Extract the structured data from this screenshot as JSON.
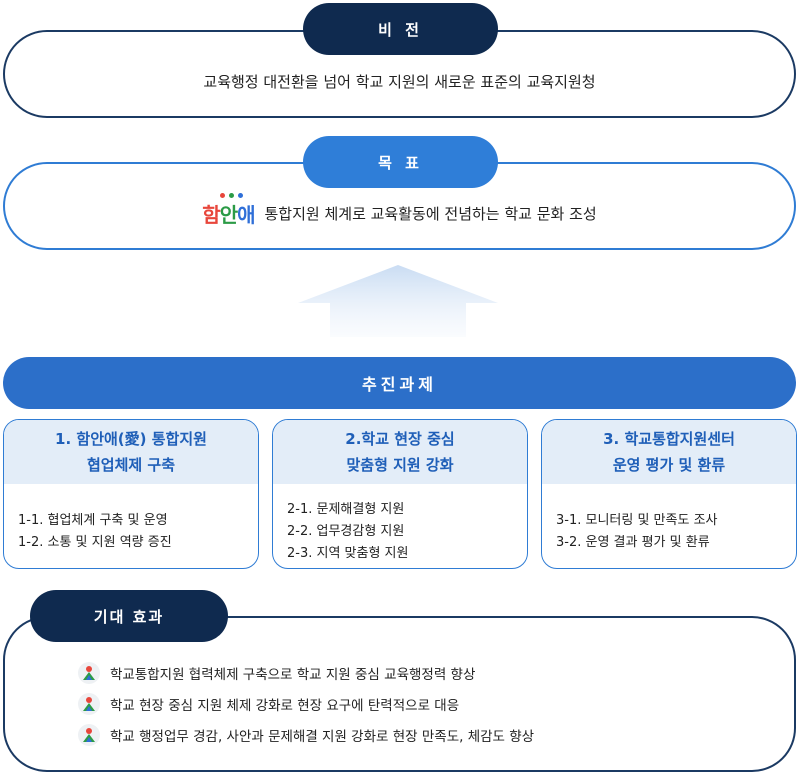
{
  "vision": {
    "label": "비 전",
    "text": "교육행정 대전환을 넘어 학교 지원의 새로운 표준의 교육지원청"
  },
  "goal": {
    "label": "목 표",
    "logo_syllables": [
      "함",
      "안",
      "애"
    ],
    "text": "통합지원 체계로 교육활동에 전념하는 학교 문화 조성"
  },
  "tasks": {
    "label": "추진과제",
    "cards": [
      {
        "title_lines": [
          "1. 함안애(愛) 통합지원",
          "협업체제 구축"
        ],
        "items": [
          "1-1. 협업체계 구축 및 운영",
          "1-2. 소통 및 지원 역량 증진"
        ]
      },
      {
        "title_lines": [
          "2.학교 현장 중심",
          "맞춤형 지원 강화"
        ],
        "items": [
          "2-1. 문제해결형 지원",
          "2-2. 업무경감형 지원",
          "2-3. 지역 맞춤형 지원"
        ]
      },
      {
        "title_lines": [
          "3. 학교통합지원센터",
          "운영 평가 및 환류"
        ],
        "items": [
          "3-1. 모니터링 및 만족도 조사",
          "3-2. 운영 결과 평가 및 환류"
        ]
      }
    ]
  },
  "effects": {
    "label": "기대 효과",
    "items": [
      "학교통합지원 협력체제 구축으로 학교 지원 중심 교육행정력 향상",
      "학교 현장 중심 지원 체제 강화로 현장 요구에 탄력적으로 대응",
      "학교 행정업무 경감, 사안과 문제해결 지원 강화로 현장 만족도, 체감도 향상"
    ]
  },
  "colors": {
    "navy": "#0f2a4f",
    "blue": "#2f7ed8",
    "banner": "#2c6fc9",
    "card_header_bg": "#e3edf8",
    "logo_red": "#e8463b",
    "logo_green": "#2b9b46",
    "logo_blue": "#2f6fd8"
  },
  "icons": {
    "effect_bullet": "person-icon",
    "arrow": "up-arrow-icon"
  }
}
